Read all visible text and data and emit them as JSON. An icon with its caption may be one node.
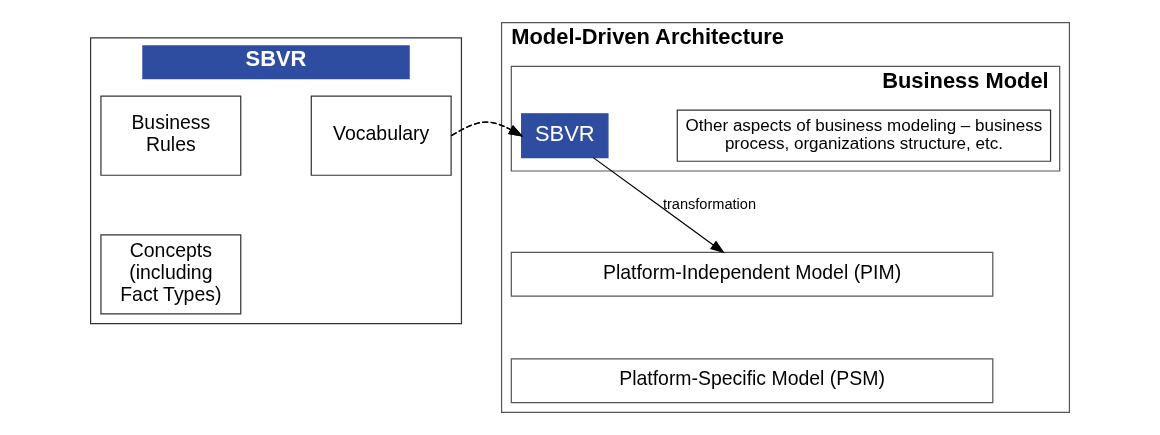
{
  "diagram": {
    "nodes": [
      {
        "text": [
          "SBVR"
        ]
      },
      {
        "text": [
          "Business Rules"
        ],
        "in": 0
      },
      {
        "text": [
          "Concepts (including Fact Types)"
        ],
        "in": 0
      },
      {
        "text": [
          "Vocabulary"
        ],
        "in": 0
      },
      {
        "text": [
          "Model-Driven Architecture"
        ]
      },
      {
        "text": [
          "Business Model"
        ],
        "in": 4
      },
      {
        "text": [
          "SBVR"
        ],
        "in": 5
      },
      {
        "text": [
          "Other aspects of business modeling – business process, organizations structure, etc."
        ],
        "in": 5
      },
      {
        "text": [
          "Platform-Independent Model (PIM)"
        ],
        "in": 4
      },
      {
        "text": [
          "Platform-Specific Model (PSM)"
        ],
        "in": 4
      }
    ],
    "edges": [
      {
        "from": 0,
        "to": 6,
        "arrow": "to",
        "style": "dashed"
      },
      {
        "from": 6,
        "to": 8,
        "arrow": "to",
        "label": "transformation"
      }
    ]
  }
}
